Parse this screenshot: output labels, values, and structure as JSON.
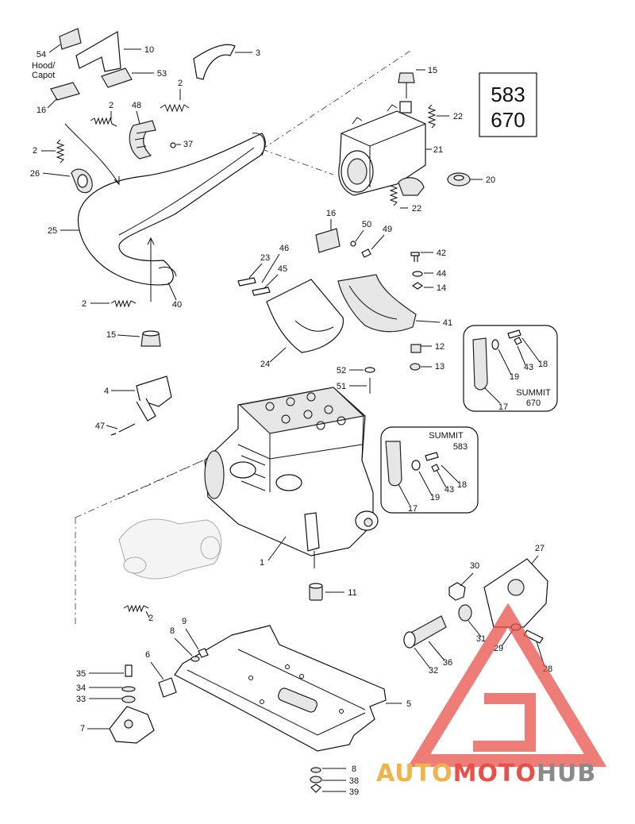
{
  "model_box": {
    "line1": "583",
    "line2": "670"
  },
  "captions": {
    "hood_fr": "Hood/",
    "capot": "Capot",
    "summit_670_title": "SUMMIT",
    "summit_670_model": "670",
    "summit_583_title": "SUMMIT",
    "summit_583_model": "583"
  },
  "callouts": [
    {
      "key": "p54",
      "text": "54"
    },
    {
      "key": "p10",
      "text": "10"
    },
    {
      "key": "p3",
      "text": "3"
    },
    {
      "key": "p53",
      "text": "53"
    },
    {
      "key": "p16a",
      "text": "16"
    },
    {
      "key": "p2a",
      "text": "2"
    },
    {
      "key": "p2b",
      "text": "2"
    },
    {
      "key": "p48",
      "text": "48"
    },
    {
      "key": "p37",
      "text": "37"
    },
    {
      "key": "p2c",
      "text": "2"
    },
    {
      "key": "p26",
      "text": "26"
    },
    {
      "key": "p25",
      "text": "25"
    },
    {
      "key": "p2d",
      "text": "2"
    },
    {
      "key": "p40",
      "text": "40"
    },
    {
      "key": "p15a",
      "text": "15"
    },
    {
      "key": "p15b",
      "text": "15"
    },
    {
      "key": "p22a",
      "text": "22"
    },
    {
      "key": "p21",
      "text": "21"
    },
    {
      "key": "p20",
      "text": "20"
    },
    {
      "key": "p22b",
      "text": "22"
    },
    {
      "key": "p16b",
      "text": "16"
    },
    {
      "key": "p50",
      "text": "50"
    },
    {
      "key": "p49",
      "text": "49"
    },
    {
      "key": "p42",
      "text": "42"
    },
    {
      "key": "p44",
      "text": "44"
    },
    {
      "key": "p14",
      "text": "14"
    },
    {
      "key": "p46",
      "text": "46"
    },
    {
      "key": "p23",
      "text": "23"
    },
    {
      "key": "p45",
      "text": "45"
    },
    {
      "key": "p41",
      "text": "41"
    },
    {
      "key": "p24",
      "text": "24"
    },
    {
      "key": "p12",
      "text": "12"
    },
    {
      "key": "p52",
      "text": "52"
    },
    {
      "key": "p13",
      "text": "13"
    },
    {
      "key": "p51",
      "text": "51"
    },
    {
      "key": "p4",
      "text": "4"
    },
    {
      "key": "p47",
      "text": "47"
    },
    {
      "key": "p43a",
      "text": "43"
    },
    {
      "key": "p18a",
      "text": "18"
    },
    {
      "key": "p19a",
      "text": "19"
    },
    {
      "key": "p17a",
      "text": "17"
    },
    {
      "key": "p18b",
      "text": "18"
    },
    {
      "key": "p43b",
      "text": "43"
    },
    {
      "key": "p19b",
      "text": "19"
    },
    {
      "key": "p17b",
      "text": "17"
    },
    {
      "key": "p1",
      "text": "1"
    },
    {
      "key": "p11",
      "text": "11"
    },
    {
      "key": "p2e",
      "text": "2"
    },
    {
      "key": "p27",
      "text": "27"
    },
    {
      "key": "p30",
      "text": "30"
    },
    {
      "key": "p31",
      "text": "31"
    },
    {
      "key": "p29",
      "text": "29"
    },
    {
      "key": "p36",
      "text": "36"
    },
    {
      "key": "p28",
      "text": "28"
    },
    {
      "key": "p32",
      "text": "32"
    },
    {
      "key": "p9",
      "text": "9"
    },
    {
      "key": "p8a",
      "text": "8"
    },
    {
      "key": "p6",
      "text": "6"
    },
    {
      "key": "p35",
      "text": "35"
    },
    {
      "key": "p34",
      "text": "34"
    },
    {
      "key": "p33",
      "text": "33"
    },
    {
      "key": "p7",
      "text": "7"
    },
    {
      "key": "p5",
      "text": "5"
    },
    {
      "key": "p8b",
      "text": "8"
    },
    {
      "key": "p38",
      "text": "38"
    },
    {
      "key": "p39",
      "text": "39"
    }
  ],
  "watermark": {
    "part1": "AUTO",
    "part2": "MOTO",
    "part3": "HUB",
    "color_gold": "#f0b24a",
    "color_red": "#e8504a",
    "color_gray": "#8a8a8a"
  }
}
